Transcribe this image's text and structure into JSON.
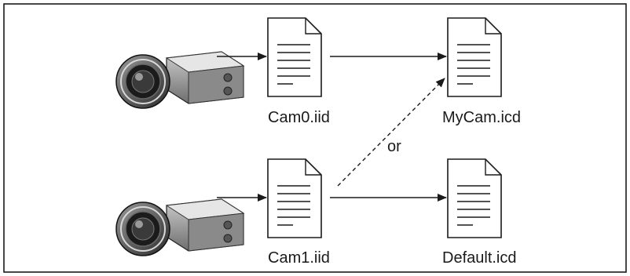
{
  "diagram": {
    "files": {
      "cam0_iid": "Cam0.iid",
      "cam1_iid": "Cam1.iid",
      "mycam_icd": "MyCam.icd",
      "default_icd": "Default.icd"
    },
    "connector_label": "or"
  },
  "colors": {
    "stroke": "#1a1a1a",
    "background": "#ffffff"
  },
  "icons": [
    "camera-icon",
    "document-icon",
    "arrow-icon"
  ]
}
